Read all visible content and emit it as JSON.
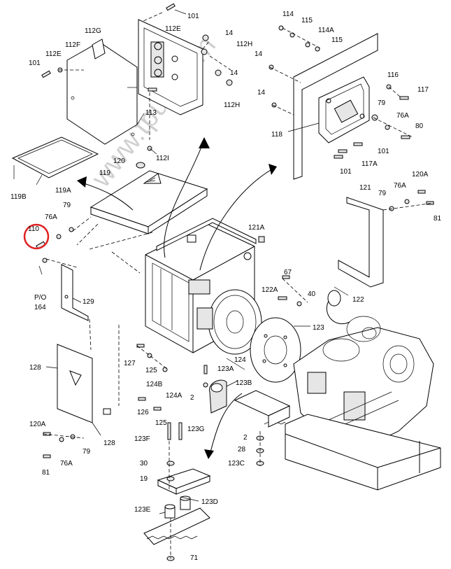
{
  "watermark": "www.tpub.com",
  "highlight_color": "#e02020",
  "labels": [
    {
      "id": "l101a",
      "text": "101"
    },
    {
      "id": "l112G",
      "text": "112G"
    },
    {
      "id": "l112E",
      "text": "112E"
    },
    {
      "id": "l112F",
      "text": "112F"
    },
    {
      "id": "l101b",
      "text": "101"
    },
    {
      "id": "l112Eb",
      "text": "112E"
    },
    {
      "id": "l14a",
      "text": "14"
    },
    {
      "id": "l112Ha",
      "text": "112H"
    },
    {
      "id": "l14b",
      "text": "14"
    },
    {
      "id": "l112Hb",
      "text": "112H"
    },
    {
      "id": "l113",
      "text": "113"
    },
    {
      "id": "l112I",
      "text": "112I"
    },
    {
      "id": "l114",
      "text": "114"
    },
    {
      "id": "l115a",
      "text": "115"
    },
    {
      "id": "l114A",
      "text": "114A"
    },
    {
      "id": "l115b",
      "text": "115"
    },
    {
      "id": "l14c",
      "text": "14"
    },
    {
      "id": "l14d",
      "text": "14"
    },
    {
      "id": "l116",
      "text": "116"
    },
    {
      "id": "l117",
      "text": "117"
    },
    {
      "id": "l79a",
      "text": "79"
    },
    {
      "id": "l76Aa",
      "text": "76A"
    },
    {
      "id": "l80",
      "text": "80"
    },
    {
      "id": "l118",
      "text": "118"
    },
    {
      "id": "l101c",
      "text": "101"
    },
    {
      "id": "l117A",
      "text": "117A"
    },
    {
      "id": "l101d",
      "text": "101"
    },
    {
      "id": "l120",
      "text": "120"
    },
    {
      "id": "l119",
      "text": "119"
    },
    {
      "id": "l119A",
      "text": "119A"
    },
    {
      "id": "l119B",
      "text": "119B"
    },
    {
      "id": "l76Ab",
      "text": "76A"
    },
    {
      "id": "l79b",
      "text": "79"
    },
    {
      "id": "l110",
      "text": "110"
    },
    {
      "id": "l121",
      "text": "121"
    },
    {
      "id": "l79c",
      "text": "79"
    },
    {
      "id": "l76Ac",
      "text": "76A"
    },
    {
      "id": "l120Aa",
      "text": "120A"
    },
    {
      "id": "l81a",
      "text": "81"
    },
    {
      "id": "l121A",
      "text": "121A"
    },
    {
      "id": "lPO",
      "text": "P/O"
    },
    {
      "id": "l164",
      "text": "164"
    },
    {
      "id": "l129",
      "text": "129"
    },
    {
      "id": "l67",
      "text": "67"
    },
    {
      "id": "l122A",
      "text": "122A"
    },
    {
      "id": "l40",
      "text": "40"
    },
    {
      "id": "l122",
      "text": "122"
    },
    {
      "id": "l123",
      "text": "123"
    },
    {
      "id": "l128a",
      "text": "128"
    },
    {
      "id": "l127",
      "text": "127"
    },
    {
      "id": "l125a",
      "text": "125"
    },
    {
      "id": "l124",
      "text": "124"
    },
    {
      "id": "l123A",
      "text": "123A"
    },
    {
      "id": "l124B",
      "text": "124B"
    },
    {
      "id": "l124A",
      "text": "124A"
    },
    {
      "id": "l2a",
      "text": "2"
    },
    {
      "id": "l123B",
      "text": "123B"
    },
    {
      "id": "l126",
      "text": "126"
    },
    {
      "id": "l125b",
      "text": "125"
    },
    {
      "id": "l123G",
      "text": "123G"
    },
    {
      "id": "l120Ab",
      "text": "120A"
    },
    {
      "id": "l128b",
      "text": "128"
    },
    {
      "id": "l79d",
      "text": "79"
    },
    {
      "id": "l76Ad",
      "text": "76A"
    },
    {
      "id": "l81b",
      "text": "81"
    },
    {
      "id": "l123F",
      "text": "123F"
    },
    {
      "id": "l2b",
      "text": "2"
    },
    {
      "id": "l28",
      "text": "28"
    },
    {
      "id": "l123C",
      "text": "123C"
    },
    {
      "id": "l30",
      "text": "30"
    },
    {
      "id": "l19",
      "text": "19"
    },
    {
      "id": "l123E",
      "text": "123E"
    },
    {
      "id": "l123D",
      "text": "123D"
    },
    {
      "id": "l71",
      "text": "71"
    }
  ]
}
